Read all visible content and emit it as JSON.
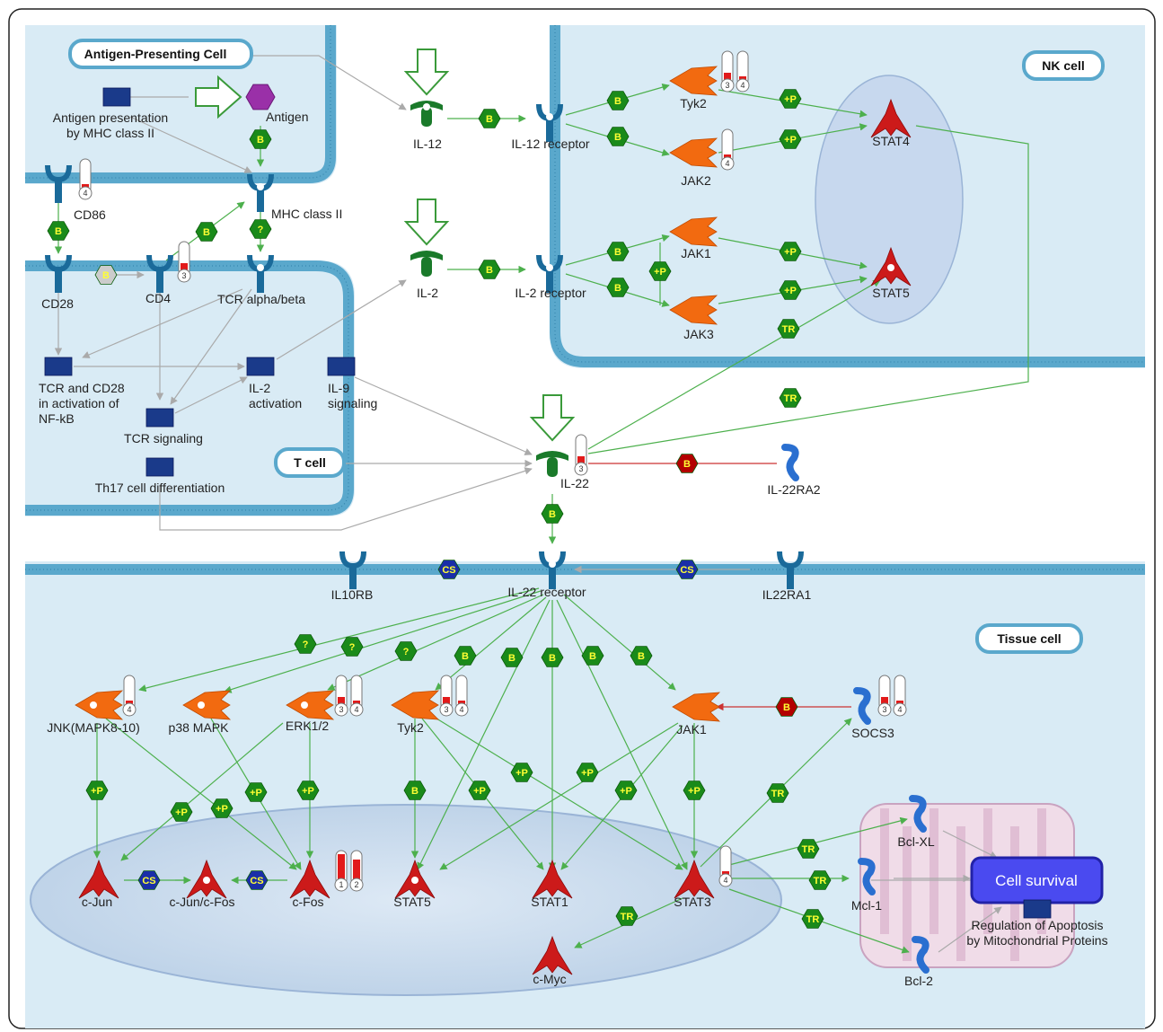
{
  "compartments": {
    "apc": "Antigen-Presenting Cell",
    "tcell": "T cell",
    "nkcell": "NK cell",
    "tissue": "Tissue cell"
  },
  "nodes": {
    "antigen_presentation": "Antigen presentation\nby MHC class II",
    "antigen": "Antigen",
    "cd86": "CD86",
    "mhc2": "MHC class II",
    "cd28": "CD28",
    "cd4": "CD4",
    "tcr": "TCR alpha/beta",
    "tcr_cd28_nfkb": "TCR and CD28\nin activation of\nNF-kB",
    "tcr_signaling": "TCR signaling",
    "il2_activation": "IL-2\nactivation",
    "il9_signaling": "IL-9\nsignaling",
    "th17": "Th17 cell differentiation",
    "il12": "IL-12",
    "il12r": "IL-12 receptor",
    "il2": "IL-2",
    "il2r": "IL-2 receptor",
    "tyk2_nk": "Tyk2",
    "jak2": "JAK2",
    "jak1_nk": "JAK1",
    "jak3": "JAK3",
    "stat4": "STAT4",
    "stat5_nk": "STAT5",
    "il22": "IL-22",
    "il22ra2": "IL-22RA2",
    "il10rb": "IL10RB",
    "il22r": "IL-22 receptor",
    "il22ra1": "IL22RA1",
    "jnk": "JNK(MAPK8-10)",
    "p38": "p38 MAPK",
    "erk": "ERK1/2",
    "tyk2": "Tyk2",
    "jak1": "JAK1",
    "socs3": "SOCS3",
    "cjun": "c-Jun",
    "cjunfos": "c-Jun/c-Fos",
    "cfos": "c-Fos",
    "stat5": "STAT5",
    "stat1": "STAT1",
    "stat3": "STAT3",
    "cmyc": "c-Myc",
    "bclxl": "Bcl-XL",
    "mcl1": "Mcl-1",
    "bcl2": "Bcl-2",
    "cell_survival": "Cell survival",
    "apoptosis_reg": "Regulation of Apoptosis\nby Mitochondrial Proteins"
  },
  "badge_codes": {
    "binding": "B",
    "unknown": "?",
    "phosphorylation": "+P",
    "transcription": "TR",
    "complex": "CS"
  },
  "thermometer_ranks": {
    "tyk2_nk": [
      3,
      4
    ],
    "jak2": [
      4
    ],
    "cd86": [
      4
    ],
    "cd4": [
      3
    ],
    "il22": [
      3
    ],
    "jnk": [
      4
    ],
    "erk": [
      3,
      4
    ],
    "tyk2": [
      3,
      4
    ],
    "socs3": [
      3,
      4
    ],
    "cfos": [
      1,
      2
    ],
    "stat3": [
      4
    ]
  },
  "colors": {
    "membrane": "#5aa8cc",
    "cell_fill": "#d9ebf5",
    "nucleus": "#c8dcee",
    "activation": "#4db04d",
    "inhibition": "#cc3333",
    "badge_green": "#1a8a1a",
    "badge_red": "#b30000",
    "badge_blue": "#1a2ea8",
    "kinase": "#f26a10",
    "tf": "#cc1a1a",
    "receptor": "#1a6a9a",
    "process": "#1a3a8a",
    "survival": "#4a4af0"
  }
}
